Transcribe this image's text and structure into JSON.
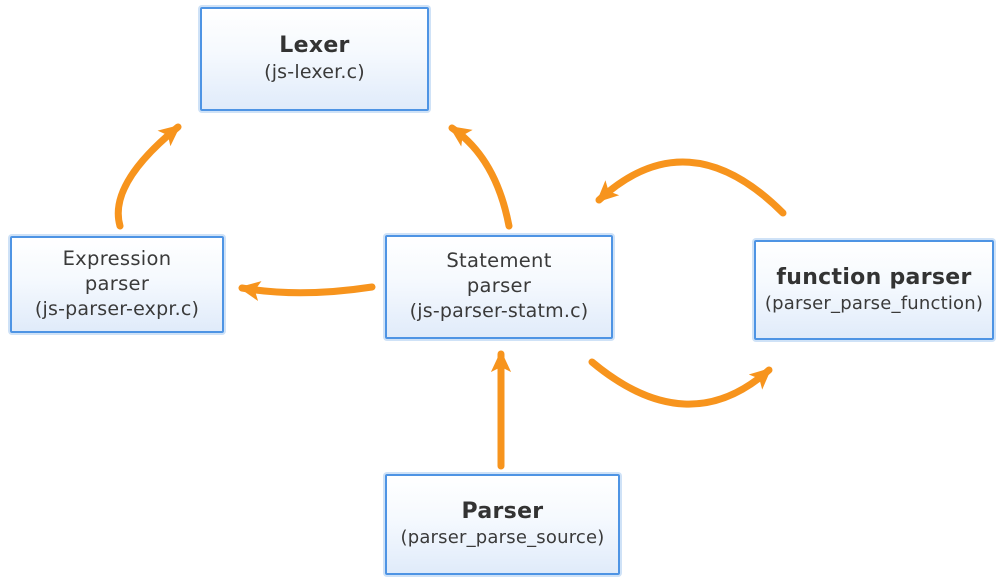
{
  "diagram": {
    "background_color": "#ffffff",
    "arrow_color": "#f7941d",
    "node_border_color": "#4e94e4",
    "node_fill_top": "#ffffff",
    "node_fill_bottom": "#e0ebfa",
    "nodes": [
      {
        "id": "lexer",
        "title_lines": [
          "Lexer"
        ],
        "subtitle": "(js-lexer.c)"
      },
      {
        "id": "expression-parser",
        "title_lines": [
          "Expression",
          "parser"
        ],
        "subtitle": "(js-parser-expr.c)"
      },
      {
        "id": "statement-parser",
        "title_lines": [
          "Statement",
          "parser"
        ],
        "subtitle": "(js-parser-statm.c)"
      },
      {
        "id": "function-parser",
        "title_lines": [
          "function parser"
        ],
        "subtitle": "(parser_parse_function)"
      },
      {
        "id": "parser",
        "title_lines": [
          "Parser"
        ],
        "subtitle": "(parser_parse_source)"
      }
    ],
    "edges": [
      {
        "from": "expression-parser",
        "to": "lexer"
      },
      {
        "from": "statement-parser",
        "to": "lexer"
      },
      {
        "from": "statement-parser",
        "to": "expression-parser"
      },
      {
        "from": "function-parser",
        "to": "statement-parser"
      },
      {
        "from": "statement-parser",
        "to": "function-parser"
      },
      {
        "from": "parser",
        "to": "statement-parser"
      }
    ]
  }
}
